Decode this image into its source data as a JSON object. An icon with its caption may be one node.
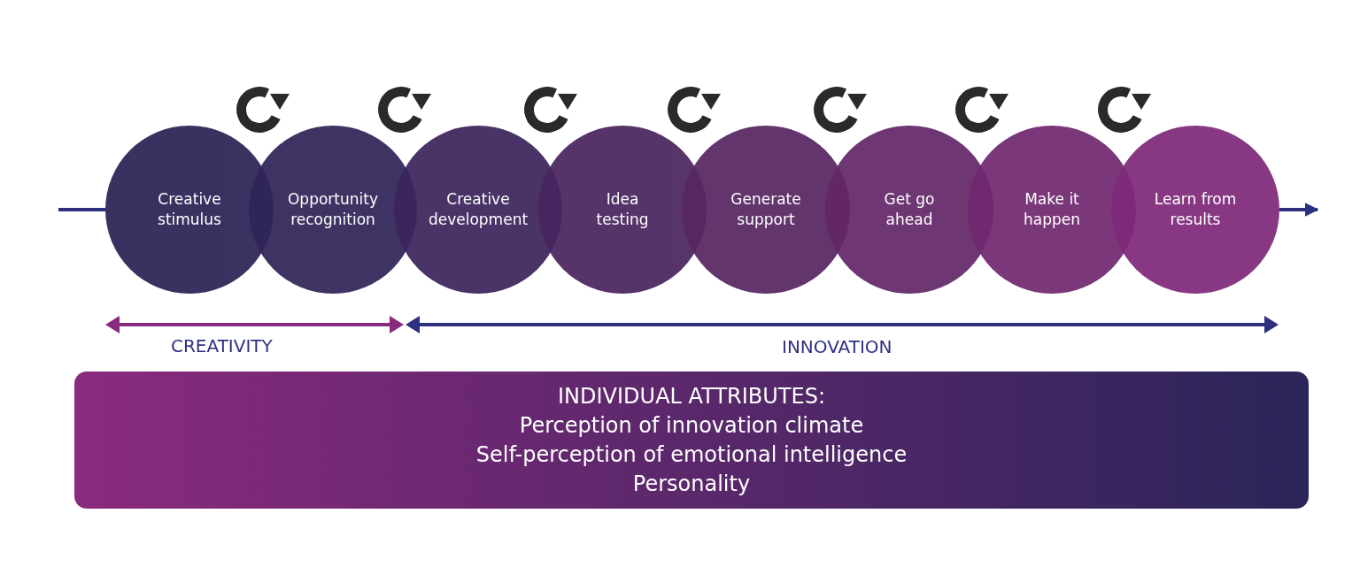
{
  "diagram": {
    "nodes": [
      {
        "text": [
          "Creative stimulus"
        ]
      },
      {
        "text": [
          "Opportunity recognition"
        ]
      },
      {
        "text": [
          "Creative development"
        ]
      },
      {
        "text": [
          "Idea testing"
        ]
      },
      {
        "text": [
          "Generate support"
        ]
      },
      {
        "text": [
          "Get go ahead"
        ]
      },
      {
        "text": [
          "Make it happen"
        ]
      },
      {
        "text": [
          "Learn from results"
        ]
      },
      {
        "text": [
          "INDIVIDUAL ATTRIBUTES:",
          "Perception of innovation climate",
          "Self-perception of emotional intelligence",
          "Personality"
        ]
      }
    ],
    "edges": [
      {
        "from": null,
        "to": 0,
        "arrow": "none"
      },
      {
        "from": 7,
        "to": null,
        "arrow": "to"
      }
    ],
    "labels": [
      "CREATIVITY",
      "INNOVATION"
    ]
  }
}
